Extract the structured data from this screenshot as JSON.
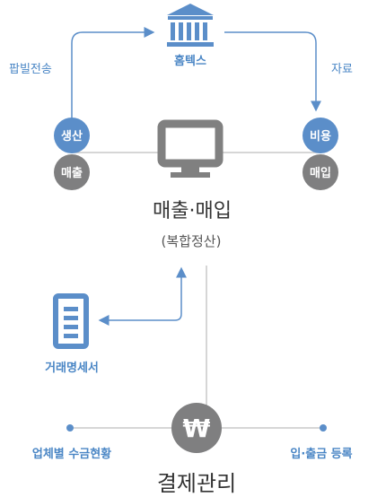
{
  "diagram": {
    "top_node": "홈텍스",
    "left_flow_label": "팝빌전송",
    "right_flow_label": "자료",
    "left_circle_top": "생산",
    "left_circle_bottom": "매출",
    "right_circle_top": "비용",
    "right_circle_bottom": "매입",
    "center_title": "매출·매입",
    "center_subtitle": "(복합정산)",
    "document_label": "거래명세서",
    "currency_symbol": "₩",
    "bottom_left_label": "업체별 수금현황",
    "bottom_right_label": "입·출금 등록",
    "bottom_title": "결제관리"
  },
  "colors": {
    "blue": "#5b8ec9",
    "gray": "#7f7f80",
    "line": "#c8c8c8"
  }
}
